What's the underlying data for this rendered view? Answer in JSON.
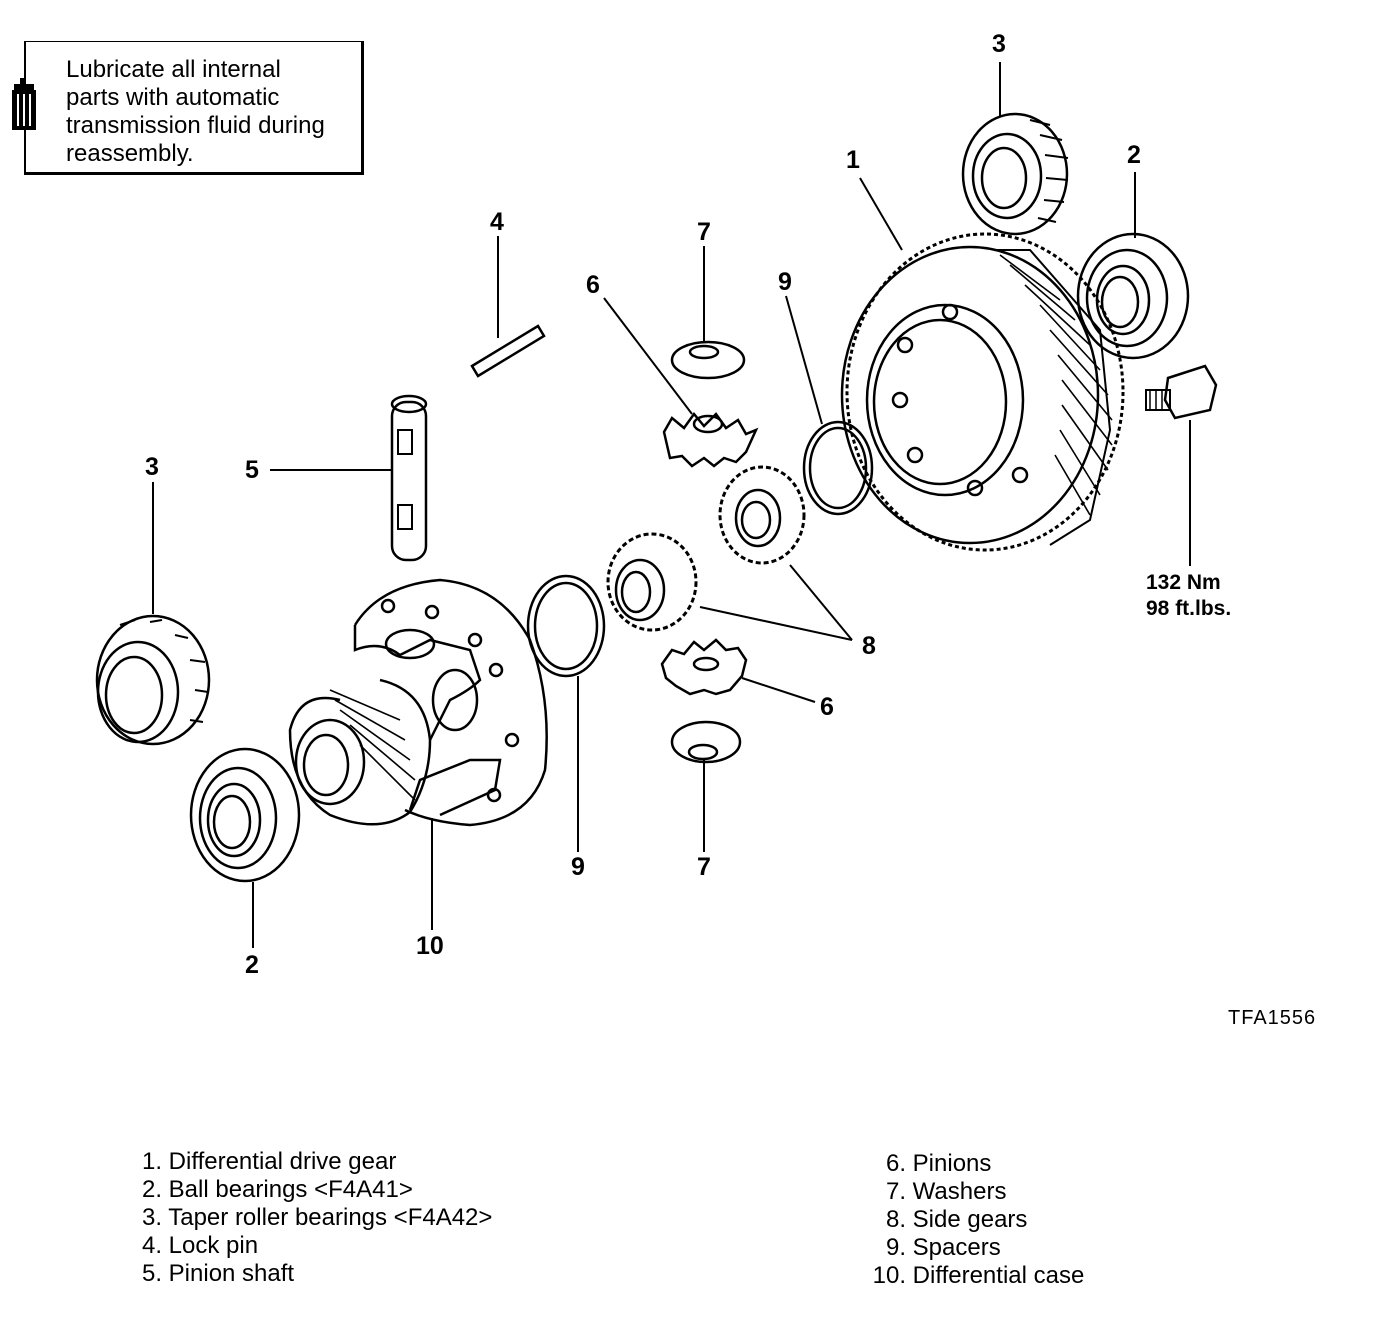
{
  "note": {
    "line1": "Lubricate all internal",
    "line2": "parts with automatic",
    "line3": "transmission fluid during",
    "line4": "reassembly."
  },
  "callouts": {
    "c3_top": "3",
    "c2_top": "2",
    "c1": "1",
    "c4": "4",
    "c7_top": "7",
    "c6_top": "6",
    "c9_top": "9",
    "c5": "5",
    "c3_left": "3",
    "c8": "8",
    "c6_bottom": "6",
    "c9_bottom": "9",
    "c7_bottom": "7",
    "c2_bottom": "2",
    "c10": "10"
  },
  "torque": {
    "metric": "132 Nm",
    "imperial": "98 ft.lbs."
  },
  "figure_code": "TFA1556",
  "legend": {
    "left": [
      {
        "num": "1.",
        "label": "Differential drive gear"
      },
      {
        "num": "2.",
        "label": "Ball bearings <F4A41>"
      },
      {
        "num": "3.",
        "label": "Taper roller bearings <F4A42>"
      },
      {
        "num": "4.",
        "label": "Lock pin"
      },
      {
        "num": "5.",
        "label": "Pinion shaft"
      }
    ],
    "right": [
      {
        "num": "6.",
        "label": "Pinions"
      },
      {
        "num": "7.",
        "label": "Washers"
      },
      {
        "num": "8.",
        "label": "Side gears"
      },
      {
        "num": "9.",
        "label": "Spacers"
      },
      {
        "num": "10.",
        "label": "Differential case"
      }
    ]
  },
  "colors": {
    "ink": "#000000",
    "paper": "#ffffff"
  }
}
